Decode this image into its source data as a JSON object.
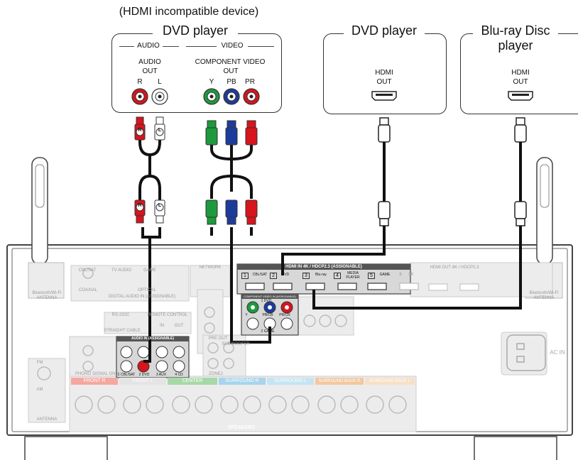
{
  "left_device": {
    "note": "(HDMI incompatible device)",
    "title": "DVD player",
    "audio_header": "AUDIO",
    "video_header": "VIDEO",
    "audio_out": [
      "AUDIO",
      "OUT"
    ],
    "audio_channels": [
      "R",
      "L"
    ],
    "video_out": [
      "COMPONENT VIDEO",
      "OUT"
    ],
    "video_channels": [
      "Y",
      "PB",
      "PR"
    ]
  },
  "mid_device": {
    "title": "DVD player",
    "port": [
      "HDMI",
      "OUT"
    ]
  },
  "right_device": {
    "title": [
      "Blu-ray Disc",
      "player"
    ],
    "port": [
      "HDMI",
      "OUT"
    ]
  },
  "plug_letters": [
    "R",
    "L"
  ],
  "receiver": {
    "bt_antenna": [
      "Bluetooth/Wi-Fi",
      "ANTENNA"
    ],
    "network": "NETWORK",
    "hdmi_in_header": "HDMI IN 4K / HDCP2.3 (ASSIGNABLE)",
    "hdmi_inputs": [
      {
        "num": "1",
        "name": "CBL/SAT"
      },
      {
        "num": "2",
        "name": "DVD"
      },
      {
        "num": "3",
        "name": "Blu-ray"
      },
      {
        "num": "4",
        "name": "MEDIA PLAYER"
      },
      {
        "num": "5",
        "name": "GAME"
      },
      {
        "num": "6",
        "name": "8K"
      }
    ],
    "hdmi_out_header": "HDMI OUT 8K / HDCP2.3",
    "component_header": "COMPONENT VIDEO IN (ASSIGNABLE)",
    "component_sub": [
      "1 DVD",
      "2 GAME"
    ],
    "component_channels": [
      "Y",
      "PB/CB",
      "PR/CR"
    ],
    "audio_assignable_header": "AUDIO IN (ASSIGNABLE)",
    "audio_inputs": [
      "1 CBL/SAT",
      "2 DVD",
      "3 AUX",
      "4 CD"
    ],
    "digital_audio": "DIGITAL AUDIO IN (ASSIGNABLE)",
    "coaxial": "COAXIAL",
    "optical": "OPTICAL",
    "cbl_sat": "CBL/SAT",
    "tv_audio": "TV AUDIO",
    "game": "GAME",
    "rs232c": "RS-232C",
    "straight_cable": "STRAIGHT CABLE",
    "remote_control": "REMOTE CONTROL",
    "remote_in": "IN",
    "remote_out": "OUT",
    "phono": "PHONO",
    "signal_gnd": "SIGNAL GND",
    "fm": "FM",
    "am": "AM",
    "antenna": "ANTENNA",
    "zone2": "ZONE2",
    "pre_out": "PRE OUT",
    "subwoofer": "SUBWOOFER",
    "ac_in": "AC IN",
    "speakers": "SPEAKERS",
    "speaker_groups": [
      {
        "name": "FRONT",
        "ch": "R",
        "color": "#f4a8a0"
      },
      {
        "name": "FRONT",
        "ch": "L",
        "color": "#e4e4e4"
      },
      {
        "name": "CENTER",
        "ch": "",
        "color": "#a8d8a8"
      },
      {
        "name": "SURROUND",
        "ch": "R",
        "color": "#a8d4ec"
      },
      {
        "name": "SURROUND",
        "ch": "L",
        "color": "#c6e4f2"
      },
      {
        "name": "SURROUND BACK",
        "ch": "R",
        "color": "#f2c8a0"
      },
      {
        "name": "SURROUND BACK",
        "ch": "L",
        "color": "#f7e0c8"
      }
    ]
  },
  "colors": {
    "red": "#d8141c",
    "green": "#1e9a3c",
    "blue": "#1c3c9c",
    "panel": "#ececec",
    "cable": "#111111"
  }
}
